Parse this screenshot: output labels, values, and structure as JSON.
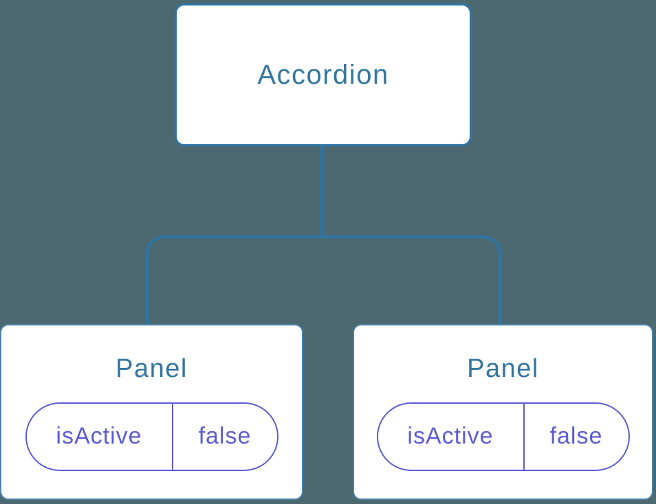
{
  "tree": {
    "root": {
      "label": "Accordion"
    },
    "panels": [
      {
        "label": "Panel",
        "state": {
          "key": "isActive",
          "value": "false"
        }
      },
      {
        "label": "Panel",
        "state": {
          "key": "isActive",
          "value": "false"
        }
      }
    ]
  },
  "colors": {
    "background": "#4C6972",
    "connector": "#2E75A6",
    "node_border": "#2E75A6",
    "panel_border": "#4B82AB",
    "node_label": "#34769F",
    "state": "#5C5DD2",
    "node_fill": "#FFFFFF"
  }
}
